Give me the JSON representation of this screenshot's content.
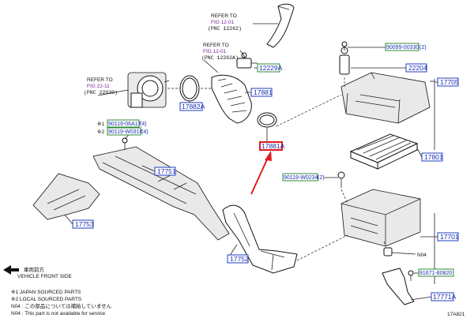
{
  "references": [
    {
      "line1": "REFER TO",
      "fig": "FIG 12-01",
      "pnc": "(PNC 12262)"
    },
    {
      "line1": "REFER TO",
      "fig": "FIG 12-01",
      "pnc": "(PNC 12262A)"
    },
    {
      "line1": "REFER TO",
      "fig": "FIG 22-11",
      "pnc": "(PNC 22030)"
    }
  ],
  "parts": {
    "p12229A": "12229A",
    "p17881": "17881",
    "p17882A": "17882A",
    "p17881A": "17881A",
    "p90099_00330": "90099-00330",
    "p90099_00330_qty": "(2)",
    "p22204": "22204",
    "p17705": "17705",
    "p90119_06A17": "90119-06A17",
    "p90119_06A17_qty": "(4)",
    "p90119_W0316": "90119-W0316",
    "p90119_W0316_qty": "(4)",
    "p17751": "17751",
    "p17801": "17801",
    "p90119_W0234": "90119-W0234",
    "p90119_W0234_qty": "(2)",
    "p17753": "17753",
    "p17701": "17701",
    "pN04": "N04",
    "p17752": "17752",
    "p91671_80820": "91671-80820",
    "p17771A": "17771A"
  },
  "marks": {
    "star1": "※1",
    "star2": "※2"
  },
  "legend": {
    "front_jp": "車両前方",
    "front_en": "VEHICLE FRONT SIDE",
    "note1": "※1  JAPAN SOURCED PARTS",
    "note2": "※2  LOCAL SOURCED PARTS",
    "note3": "N04 : この部品については補給していません",
    "note4": "N04 : This part is not available for service"
  },
  "figure_id": "17A821",
  "colors": {
    "highlight": "#e01b1b",
    "box_blue": "#1f3fbf",
    "box_green": "#2e8b3a",
    "ref_fig": "#7a1fa0"
  }
}
